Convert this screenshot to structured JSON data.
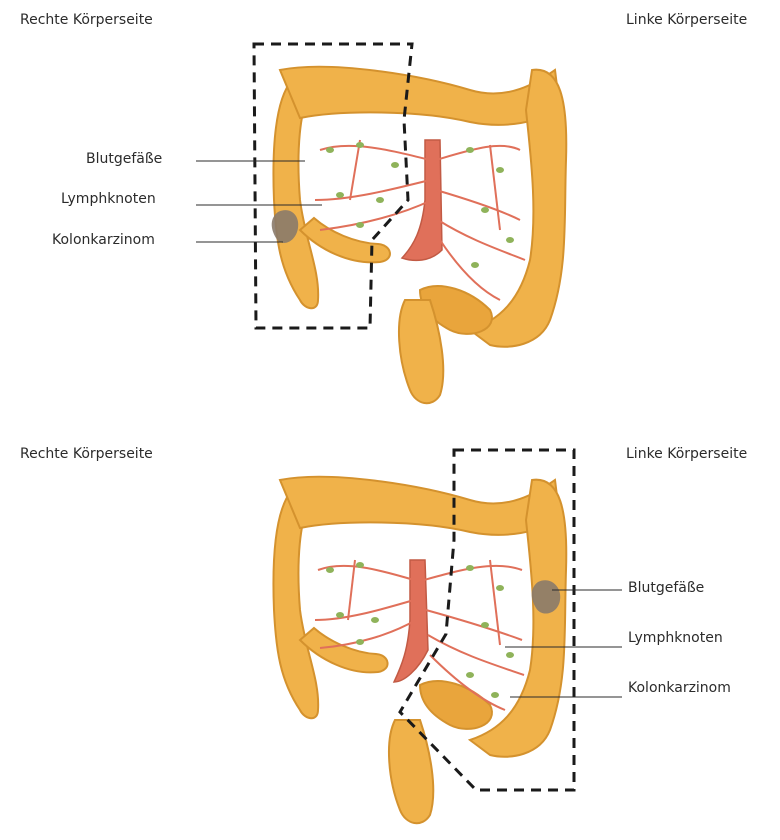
{
  "top_panel": {
    "right_side_label": "Rechte Körperseite",
    "left_side_label": "Linke Körperseite",
    "labels": [
      "Blutgefäße",
      "Lymphknoten",
      "Kolonkarzinom"
    ]
  },
  "bottom_panel": {
    "right_side_label": "Rechte Körperseite",
    "left_side_label": "Linke Körperseite",
    "labels": [
      "Blutgefäße",
      "Lymphknoten",
      "Kolonkarzinom"
    ]
  },
  "colors": {
    "colon": "#f0b24a",
    "colon_dark": "#d4922e",
    "colon_light": "#f8cf7a",
    "vessel": "#e0705a",
    "lymph": "#8fb35a",
    "tumor": "#8a7a6a",
    "dash": "#1a1a1a"
  }
}
